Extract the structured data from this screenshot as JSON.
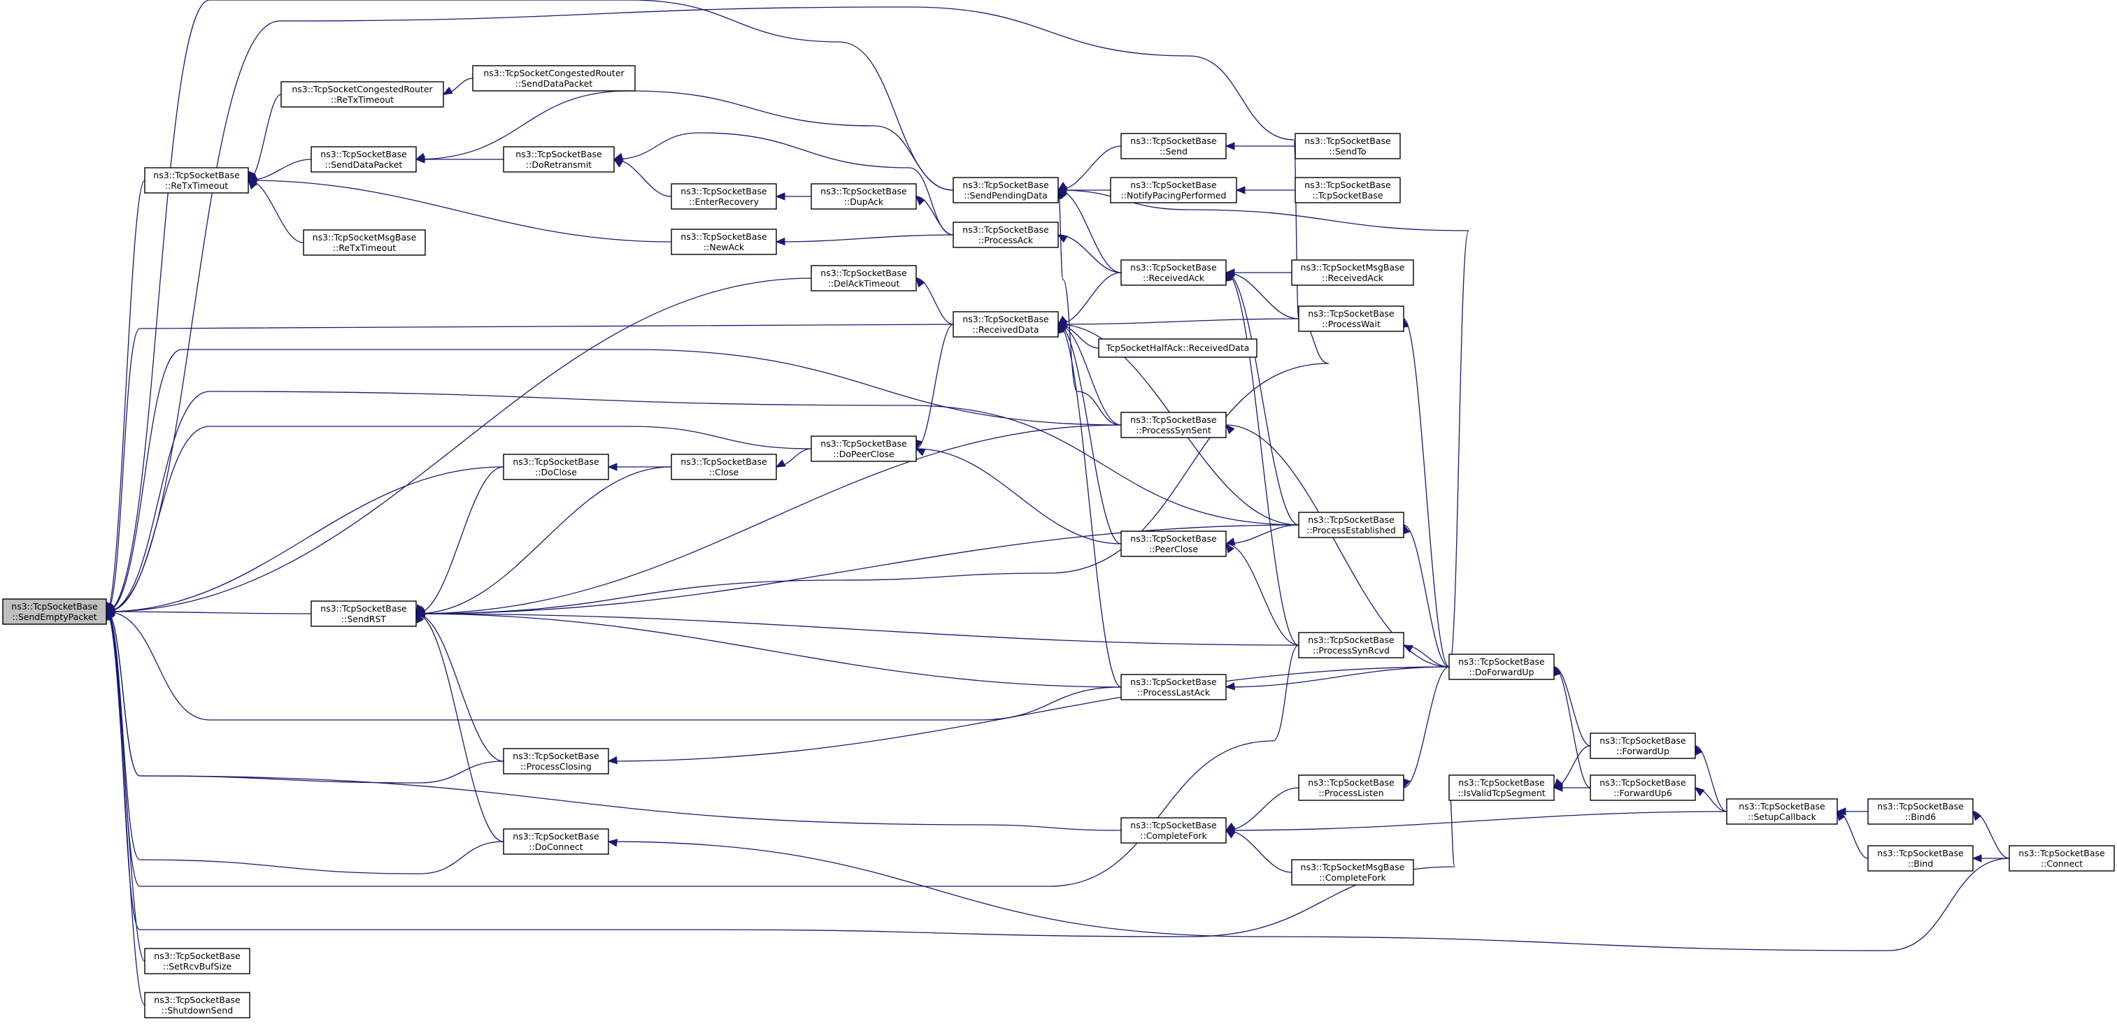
{
  "nodes": [
    {
      "id": "root",
      "l1": "ns3::TcpSocketBase",
      "l2": "::SendEmptyPacket",
      "root": true
    },
    {
      "id": "retx",
      "l1": "ns3::TcpSocketBase",
      "l2": "::ReTxTimeout"
    },
    {
      "id": "cr_retx",
      "l1": "ns3::TcpSocketCongestedRouter",
      "l2": "::ReTxTimeout"
    },
    {
      "id": "cr_sdp",
      "l1": "ns3::TcpSocketCongestedRouter",
      "l2": "::SendDataPacket"
    },
    {
      "id": "sdp",
      "l1": "ns3::TcpSocketBase",
      "l2": "::SendDataPacket"
    },
    {
      "id": "msg_retx",
      "l1": "ns3::TcpSocketMsgBase",
      "l2": "::ReTxTimeout"
    },
    {
      "id": "doretx",
      "l1": "ns3::TcpSocketBase",
      "l2": "::DoRetransmit"
    },
    {
      "id": "enterrec",
      "l1": "ns3::TcpSocketBase",
      "l2": "::EnterRecovery"
    },
    {
      "id": "newack",
      "l1": "ns3::TcpSocketBase",
      "l2": "::NewAck"
    },
    {
      "id": "dupack",
      "l1": "ns3::TcpSocketBase",
      "l2": "::DupAck"
    },
    {
      "id": "delack",
      "l1": "ns3::TcpSocketBase",
      "l2": "::DelAckTimeout"
    },
    {
      "id": "spd",
      "l1": "ns3::TcpSocketBase",
      "l2": "::SendPendingData"
    },
    {
      "id": "procack",
      "l1": "ns3::TcpSocketBase",
      "l2": "::ProcessAck"
    },
    {
      "id": "recvdata",
      "l1": "ns3::TcpSocketBase",
      "l2": "::ReceivedData"
    },
    {
      "id": "halfack",
      "l1": "TcpSocketHalfAck::ReceivedData",
      "l2": ""
    },
    {
      "id": "send",
      "l1": "ns3::TcpSocketBase",
      "l2": "::Send"
    },
    {
      "id": "sendto",
      "l1": "ns3::TcpSocketBase",
      "l2": "::SendTo"
    },
    {
      "id": "npp",
      "l1": "ns3::TcpSocketBase",
      "l2": "::NotifyPacingPerformed"
    },
    {
      "id": "ctor",
      "l1": "ns3::TcpSocketBase",
      "l2": "::TcpSocketBase"
    },
    {
      "id": "recvack",
      "l1": "ns3::TcpSocketBase",
      "l2": "::ReceivedAck"
    },
    {
      "id": "msg_recvack",
      "l1": "ns3::TcpSocketMsgBase",
      "l2": "::ReceivedAck"
    },
    {
      "id": "procwait",
      "l1": "ns3::TcpSocketBase",
      "l2": "::ProcessWait"
    },
    {
      "id": "docl",
      "l1": "ns3::TcpSocketBase",
      "l2": "::DoClose"
    },
    {
      "id": "close",
      "l1": "ns3::TcpSocketBase",
      "l2": "::Close"
    },
    {
      "id": "dopeer",
      "l1": "ns3::TcpSocketBase",
      "l2": "::DoPeerClose"
    },
    {
      "id": "procsynsent",
      "l1": "ns3::TcpSocketBase",
      "l2": "::ProcessSynSent"
    },
    {
      "id": "peerclose",
      "l1": "ns3::TcpSocketBase",
      "l2": "::PeerClose"
    },
    {
      "id": "procest",
      "l1": "ns3::TcpSocketBase",
      "l2": "::ProcessEstablished"
    },
    {
      "id": "sendrst",
      "l1": "ns3::TcpSocketBase",
      "l2": "::SendRST"
    },
    {
      "id": "procsynrcvd",
      "l1": "ns3::TcpSocketBase",
      "l2": "::ProcessSynRcvd"
    },
    {
      "id": "dofwd",
      "l1": "ns3::TcpSocketBase",
      "l2": "::DoForwardUp"
    },
    {
      "id": "proclastack",
      "l1": "ns3::TcpSocketBase",
      "l2": "::ProcessLastAck"
    },
    {
      "id": "procclosing",
      "l1": "ns3::TcpSocketBase",
      "l2": "::ProcessClosing"
    },
    {
      "id": "fwdup",
      "l1": "ns3::TcpSocketBase",
      "l2": "::ForwardUp"
    },
    {
      "id": "proclisten",
      "l1": "ns3::TcpSocketBase",
      "l2": "::ProcessListen"
    },
    {
      "id": "isvalid",
      "l1": "ns3::TcpSocketBase",
      "l2": "::IsValidTcpSegment"
    },
    {
      "id": "fwdup6",
      "l1": "ns3::TcpSocketBase",
      "l2": "::ForwardUp6"
    },
    {
      "id": "setupcb",
      "l1": "ns3::TcpSocketBase",
      "l2": "::SetupCallback"
    },
    {
      "id": "bind6",
      "l1": "ns3::TcpSocketBase",
      "l2": "::Bind6"
    },
    {
      "id": "completefork",
      "l1": "ns3::TcpSocketBase",
      "l2": "::CompleteFork"
    },
    {
      "id": "msg_cf",
      "l1": "ns3::TcpSocketMsgBase",
      "l2": "::CompleteFork"
    },
    {
      "id": "doconnect",
      "l1": "ns3::TcpSocketBase",
      "l2": "::DoConnect"
    },
    {
      "id": "bind",
      "l1": "ns3::TcpSocketBase",
      "l2": "::Bind"
    },
    {
      "id": "connect",
      "l1": "ns3::TcpSocketBase",
      "l2": "::Connect"
    },
    {
      "id": "setrcvbuf",
      "l1": "ns3::TcpSocketBase",
      "l2": "::SetRcvBufSize"
    },
    {
      "id": "shutdownsend",
      "l1": "ns3::TcpSocketBase",
      "l2": "::ShutdownSend"
    }
  ],
  "edges": [
    [
      "root",
      "retx"
    ],
    [
      "root",
      "delack"
    ],
    [
      "root",
      "recvdata"
    ],
    [
      "root",
      "procsynsent"
    ],
    [
      "root",
      "procest"
    ],
    [
      "root",
      "dopeer"
    ],
    [
      "root",
      "docl"
    ],
    [
      "root",
      "sendrst"
    ],
    [
      "root",
      "proclastack"
    ],
    [
      "root",
      "procclosing"
    ],
    [
      "root",
      "completefork"
    ],
    [
      "root",
      "doconnect"
    ],
    [
      "root",
      "procsynrcvd"
    ],
    [
      "root",
      "isvalid"
    ],
    [
      "root",
      "setrcvbuf"
    ],
    [
      "root",
      "shutdownsend"
    ],
    [
      "root",
      "spd"
    ],
    [
      "root",
      "procwait"
    ],
    [
      "retx",
      "cr_retx"
    ],
    [
      "retx",
      "sdp"
    ],
    [
      "retx",
      "msg_retx"
    ],
    [
      "retx",
      "newack"
    ],
    [
      "cr_retx",
      "cr_sdp"
    ],
    [
      "sdp",
      "doretx"
    ],
    [
      "sdp",
      "spd"
    ],
    [
      "doretx",
      "enterrec"
    ],
    [
      "doretx",
      "procack"
    ],
    [
      "enterrec",
      "dupack"
    ],
    [
      "dupack",
      "procack"
    ],
    [
      "newack",
      "procack"
    ],
    [
      "delack",
      "recvdata"
    ],
    [
      "spd",
      "send"
    ],
    [
      "spd",
      "npp"
    ],
    [
      "spd",
      "recvack"
    ],
    [
      "spd",
      "procsynsent"
    ],
    [
      "spd",
      "dofwd"
    ],
    [
      "send",
      "sendto"
    ],
    [
      "npp",
      "ctor"
    ],
    [
      "procack",
      "recvack"
    ],
    [
      "recvdata",
      "recvack"
    ],
    [
      "recvdata",
      "halfack"
    ],
    [
      "recvdata",
      "procwait"
    ],
    [
      "recvdata",
      "procsynsent"
    ],
    [
      "recvdata",
      "peerclose"
    ],
    [
      "recvdata",
      "procest"
    ],
    [
      "recvdata",
      "proclastack"
    ],
    [
      "recvack",
      "msg_recvack"
    ],
    [
      "recvack",
      "procwait"
    ],
    [
      "recvack",
      "procest"
    ],
    [
      "recvack",
      "procsynrcvd"
    ],
    [
      "procwait",
      "dofwd"
    ],
    [
      "docl",
      "close"
    ],
    [
      "close",
      "dopeer"
    ],
    [
      "dopeer",
      "recvdata"
    ],
    [
      "dopeer",
      "peerclose"
    ],
    [
      "procsynsent",
      "dofwd"
    ],
    [
      "peerclose",
      "procest"
    ],
    [
      "peerclose",
      "procsynrcvd"
    ],
    [
      "procest",
      "dofwd"
    ],
    [
      "sendrst",
      "docl"
    ],
    [
      "sendrst",
      "close"
    ],
    [
      "sendrst",
      "procsynsent"
    ],
    [
      "sendrst",
      "procwait"
    ],
    [
      "sendrst",
      "procest"
    ],
    [
      "sendrst",
      "procsynrcvd"
    ],
    [
      "sendrst",
      "proclastack"
    ],
    [
      "sendrst",
      "procclosing"
    ],
    [
      "sendrst",
      "doconnect"
    ],
    [
      "procsynrcvd",
      "dofwd"
    ],
    [
      "proclastack",
      "dofwd"
    ],
    [
      "procclosing",
      "dofwd"
    ],
    [
      "dofwd",
      "fwdup"
    ],
    [
      "dofwd",
      "fwdup6"
    ],
    [
      "proclisten",
      "dofwd"
    ],
    [
      "isvalid",
      "fwdup"
    ],
    [
      "isvalid",
      "fwdup6"
    ],
    [
      "fwdup",
      "setupcb"
    ],
    [
      "fwdup6",
      "setupcb"
    ],
    [
      "setupcb",
      "bind6"
    ],
    [
      "setupcb",
      "bind"
    ],
    [
      "completefork",
      "proclisten"
    ],
    [
      "completefork",
      "msg_cf"
    ],
    [
      "completefork",
      "setupcb"
    ],
    [
      "doconnect",
      "connect"
    ],
    [
      "bind6",
      "connect"
    ],
    [
      "bind",
      "connect"
    ]
  ]
}
